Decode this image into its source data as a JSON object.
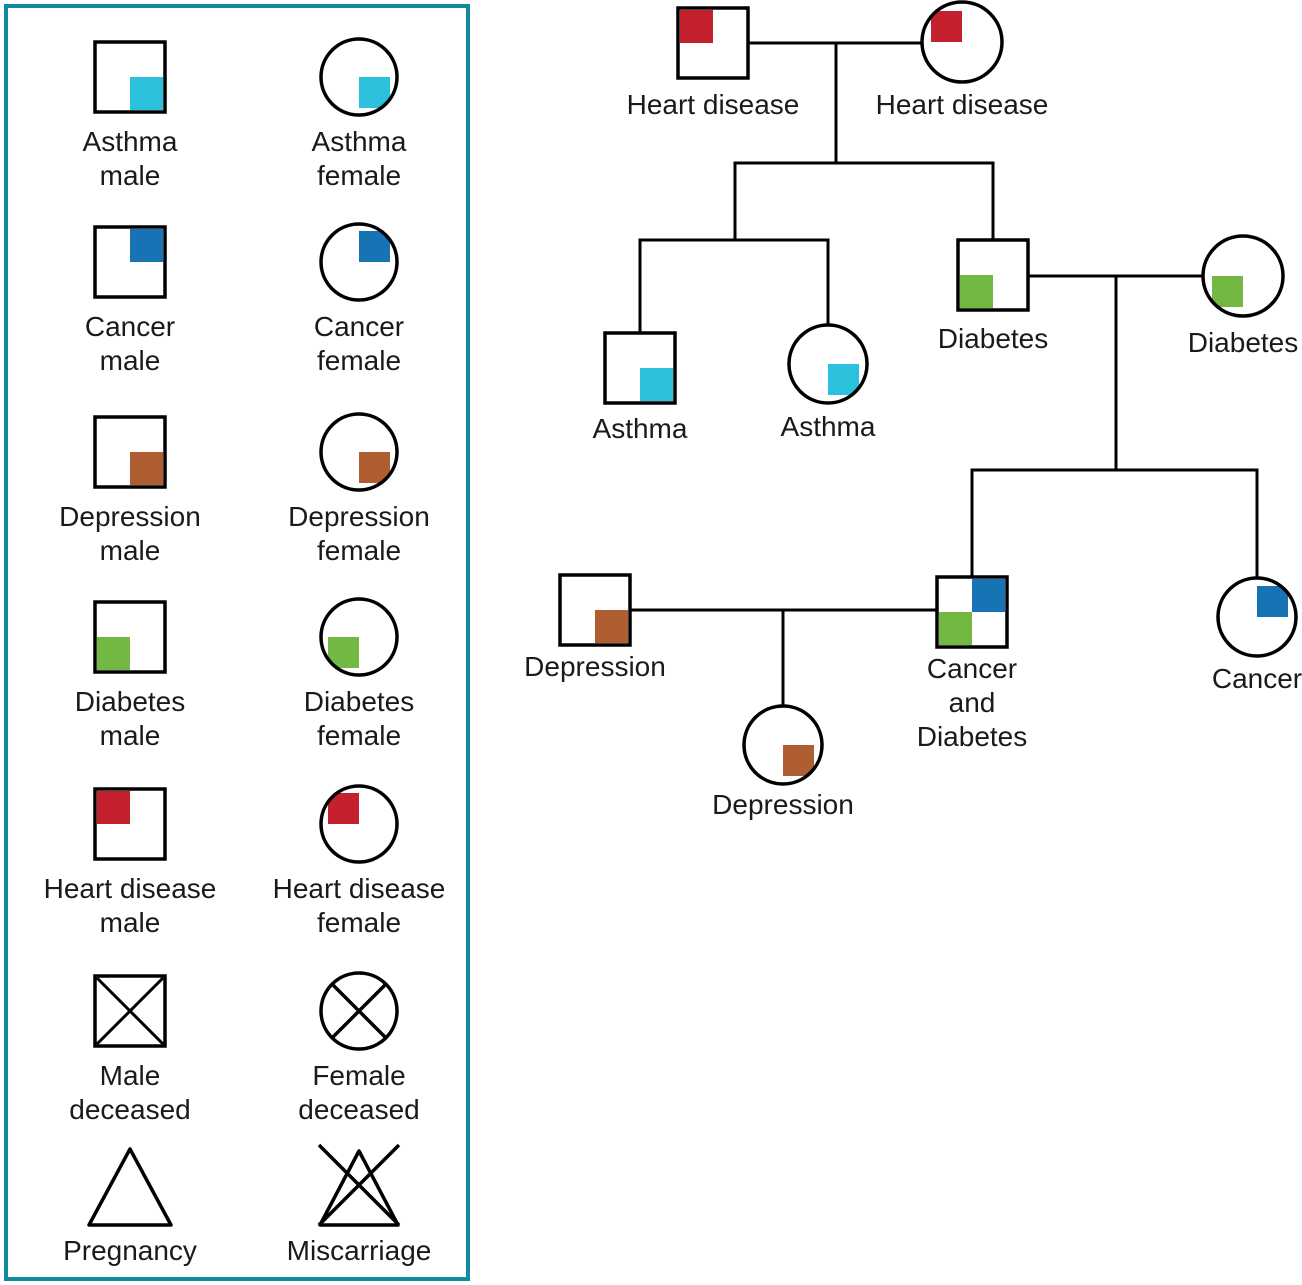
{
  "figure": {
    "type": "genogram-pedigree-with-legend",
    "background": "#ffffff"
  },
  "colors": {
    "asthma_cyan": "#2BC0DC",
    "cancer_blue": "#1873B5",
    "depression_brown": "#AF5E32",
    "diabetes_green": "#72B843",
    "heart_red": "#C5202E",
    "legend_border_teal": "#0F8A9E",
    "line_black": "#000000"
  },
  "legend": {
    "items": [
      {
        "line1": "Asthma",
        "line2": "male",
        "shape": "square",
        "quarter": "bottom-right",
        "color": "#2BC0DC"
      },
      {
        "line1": "Asthma",
        "line2": "female",
        "shape": "circle",
        "quarter": "bottom-right",
        "color": "#2BC0DC"
      },
      {
        "line1": "Cancer",
        "line2": "male",
        "shape": "square",
        "quarter": "top-right",
        "color": "#1873B5"
      },
      {
        "line1": "Cancer",
        "line2": "female",
        "shape": "circle",
        "quarter": "top-right",
        "color": "#1873B5"
      },
      {
        "line1": "Depression",
        "line2": "male",
        "shape": "square",
        "quarter": "bottom-right",
        "color": "#AF5E32"
      },
      {
        "line1": "Depression",
        "line2": "female",
        "shape": "circle",
        "quarter": "bottom-right",
        "color": "#AF5E32"
      },
      {
        "line1": "Diabetes",
        "line2": "male",
        "shape": "square",
        "quarter": "bottom-left",
        "color": "#72B843"
      },
      {
        "line1": "Diabetes",
        "line2": "female",
        "shape": "circle",
        "quarter": "bottom-left",
        "color": "#72B843"
      },
      {
        "line1": "Heart disease",
        "line2": "male",
        "shape": "square",
        "quarter": "top-left",
        "color": "#C5212E"
      },
      {
        "line1": "Heart disease",
        "line2": "female",
        "shape": "circle",
        "quarter": "top-left",
        "color": "#C5212E"
      },
      {
        "line1": "Male",
        "line2": "deceased",
        "shape": "square-x",
        "quarter": "none",
        "color": "#000000"
      },
      {
        "line1": "Female",
        "line2": "deceased",
        "shape": "circle-x",
        "quarter": "none",
        "color": "#000000"
      },
      {
        "line1": "Pregnancy",
        "line2": "",
        "shape": "triangle",
        "quarter": "none",
        "color": "#000000"
      },
      {
        "line1": "Miscarriage",
        "line2": "",
        "shape": "triangle-x",
        "quarter": "none",
        "color": "#000000"
      }
    ]
  },
  "pedigree": {
    "persons": {
      "gen1_father": {
        "label": "Heart disease",
        "sex": "male",
        "conditions": [
          "Heart disease"
        ]
      },
      "gen1_mother": {
        "label": "Heart disease",
        "sex": "female",
        "conditions": [
          "Heart disease"
        ]
      },
      "gen2_son_asthma": {
        "label": "Asthma",
        "sex": "male",
        "conditions": [
          "Asthma"
        ]
      },
      "gen2_daughter_asthma": {
        "label": "Asthma",
        "sex": "female",
        "conditions": [
          "Asthma"
        ]
      },
      "gen2_son_diabetes": {
        "label": "Diabetes",
        "sex": "male",
        "conditions": [
          "Diabetes"
        ]
      },
      "gen2_wife_diabetes": {
        "label": "Diabetes",
        "sex": "female",
        "conditions": [
          "Diabetes"
        ]
      },
      "gen3_partner_depression": {
        "label": "Depression",
        "sex": "male",
        "conditions": [
          "Depression"
        ]
      },
      "gen3_son_cancer_diabetes": {
        "label_line1": "Cancer",
        "label_line2": "and",
        "label_line3": "Diabetes",
        "sex": "male",
        "conditions": [
          "Cancer",
          "Diabetes"
        ]
      },
      "gen3_daughter_cancer": {
        "label": "Cancer",
        "sex": "female",
        "conditions": [
          "Cancer"
        ]
      },
      "gen4_daughter_depression": {
        "label": "Depression",
        "sex": "female",
        "conditions": [
          "Depression"
        ]
      }
    }
  }
}
